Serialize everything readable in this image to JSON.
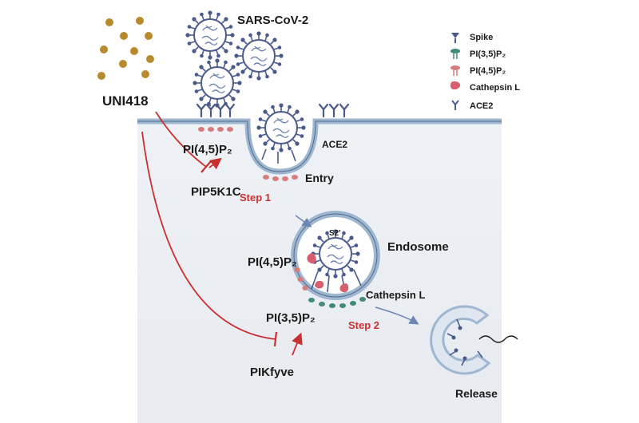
{
  "labels": {
    "virus": "SARS-CoV-2",
    "drug": "UNI418",
    "pi45_top": "PI(4,5)P₂",
    "pip5k1c": "PIP5K1C",
    "ace2_membrane": "ACE2",
    "entry": "Entry",
    "step1": "Step 1",
    "endosome": "Endosome",
    "s2": "S2'",
    "pi45_endo": "PI(4,5)P₂",
    "cathepsin_endo": "Cathepsin L",
    "pi35_endo": "PI(3,5)P₂",
    "step2": "Step 2",
    "pikfyve": "PIKfyve",
    "release": "Release"
  },
  "legend": [
    {
      "icon": "spike-icon",
      "label": "Spike",
      "color": "#4a5a8c"
    },
    {
      "icon": "pi35p2-icon",
      "label": "PI(3,5)P₂",
      "color": "#3f8a78"
    },
    {
      "icon": "pi45p2-icon",
      "label": "PI(4,5)P₂",
      "color": "#d77b7b"
    },
    {
      "icon": "cathepsin-l-icon",
      "label": "Cathepsin L",
      "color": "#d65f6d"
    },
    {
      "icon": "ace2-icon",
      "label": "ACE2",
      "color": "#4a5a8c"
    }
  ],
  "colors": {
    "membrane": "#9eb6cf",
    "cytoplasm": "#e9edf2",
    "inhibition": "#c8302f",
    "drug_dot": "#b88a2c",
    "spike": "#4a5a8c"
  }
}
